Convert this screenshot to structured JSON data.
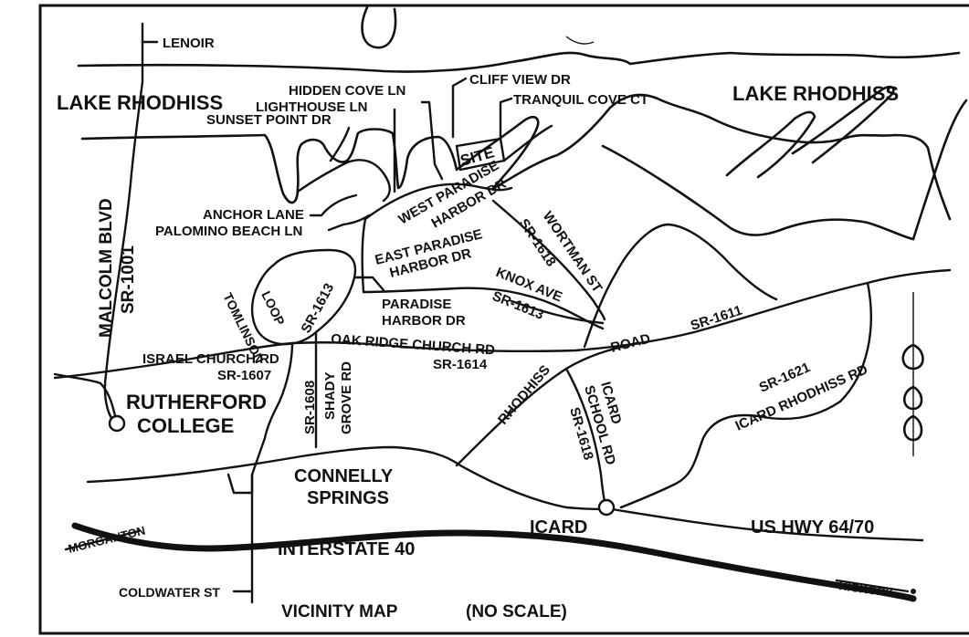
{
  "labels": {
    "lenoir": "LENOIR",
    "lake_west": "LAKE RHODHISS",
    "lake_east": "LAKE RHODHISS",
    "hidden_cove": "HIDDEN COVE LN",
    "cliff_view": "CLIFF VIEW DR",
    "tranquil_cove": "TRANQUIL COVE CT",
    "lighthouse": "LIGHTHOUSE LN",
    "sunset_point": "SUNSET POINT DR",
    "site": "SITE",
    "west_paradise_1": "WEST PARADISE",
    "west_paradise_2": "HARBOR DR",
    "anchor": "ANCHOR LANE",
    "palomino": "PALOMINO BEACH LN",
    "malcolm": "MALCOLM BLVD",
    "sr1001": "SR-1001",
    "wortman": "WORTMAN ST",
    "sr1618_north": "SR-1618",
    "east_paradise_1": "EAST PARADISE",
    "east_paradise_2": "HARBOR DR",
    "knox": "KNOX AVE",
    "sr1613_knox": "SR-1613",
    "tomlinson_1": "TOMLINSON",
    "tomlinson_2": "LOOP",
    "sr1613_loop": "SR-1613",
    "paradise_1": "PARADISE",
    "paradise_2": "HARBOR DR",
    "sr1611": "SR-1611",
    "road": "ROAD",
    "oak_ridge": "OAK RIDGE CHURCH RD",
    "sr1614": "SR-1614",
    "israel_church": "ISRAEL CHURCH RD",
    "sr1607": "SR-1607",
    "sr1608": "SR-1608",
    "shady_1": "SHADY",
    "shady_2": "GROVE RD",
    "rhodhiss": "RHODHISS",
    "icard_school_1": "ICARD",
    "icard_school_2": "SCHOOL RD",
    "sr1618_south": "SR-1618",
    "sr1621": "SR-1621",
    "icard_rhodhiss": "ICARD RHODHISS RD",
    "rutherford_1": "RUTHERFORD",
    "rutherford_2": "COLLEGE",
    "connelly_1": "CONNELLY",
    "connelly_2": "SPRINGS",
    "icard": "ICARD",
    "us_hwy": "US HWY 64/70",
    "morganton": "MORGANTON",
    "interstate": "INTERSTATE 40",
    "hickory": "HICKORY",
    "coldwater": "COLDWATER ST",
    "title": "VICINITY MAP",
    "scale": "(NO SCALE)"
  }
}
